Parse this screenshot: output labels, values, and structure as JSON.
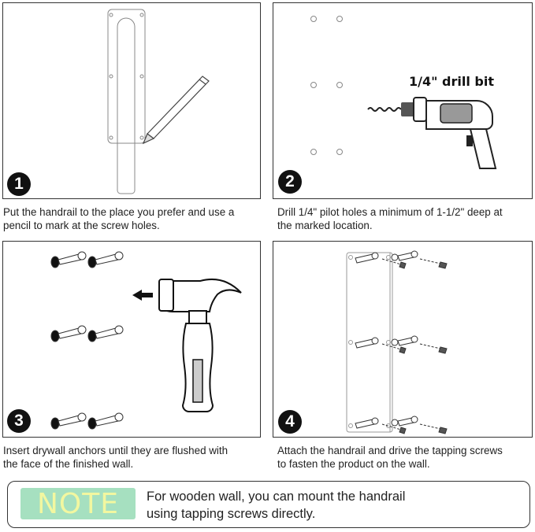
{
  "steps": [
    {
      "number": "1",
      "caption_line1": "Put the handrail to the place you prefer and use a",
      "caption_line2": "pencil to mark at the screw holes."
    },
    {
      "number": "2",
      "caption_line1": "Drill 1/4\" pilot holes a minimum of 1-1/2\" deep at",
      "caption_line2": "the marked location.",
      "drill_label": "1/4\" drill bit"
    },
    {
      "number": "3",
      "caption_line1": "Insert drywall anchors until they are flushed with",
      "caption_line2": "the face of the finished wall."
    },
    {
      "number": "4",
      "caption_line1": "Attach the handrail and drive the tapping screws",
      "caption_line2": "to fasten the product on the wall."
    }
  ],
  "note": {
    "tag": "NOTE",
    "line1": "For wooden wall, you can mount the handrail",
    "line2": "using tapping screws directly."
  },
  "colors": {
    "note_tag_bg": "#a6e0c0",
    "note_tag_text": "#f2f7a0"
  }
}
